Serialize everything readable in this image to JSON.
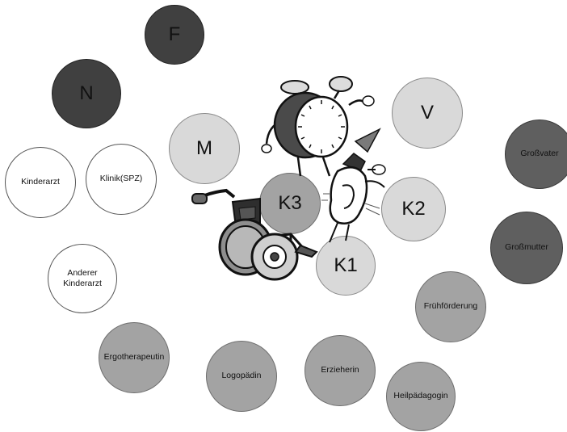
{
  "nodes": {
    "f": "F",
    "n": "N",
    "m": "M",
    "v": "V",
    "k1": "K1",
    "k2": "K2",
    "k3": "K3",
    "grossvater": "Großvater",
    "grossmutter": "Großmutter",
    "kinderarzt": "Kinderarzt",
    "klinik": "Klinik(SPZ)",
    "anderer_kinderarzt": "Anderer\nKinderarzt",
    "fruehfoerderung": "Frühförderung",
    "ergotherapeutin": "Ergotherapeutin",
    "logopaedin": "Logopädin",
    "erzieherin": "Erzieherin",
    "heilpaedagogin": "Heilpädagogin"
  },
  "cliparts": [
    "alarm-clock-icon",
    "ear-icon",
    "wheelchair-icon"
  ]
}
